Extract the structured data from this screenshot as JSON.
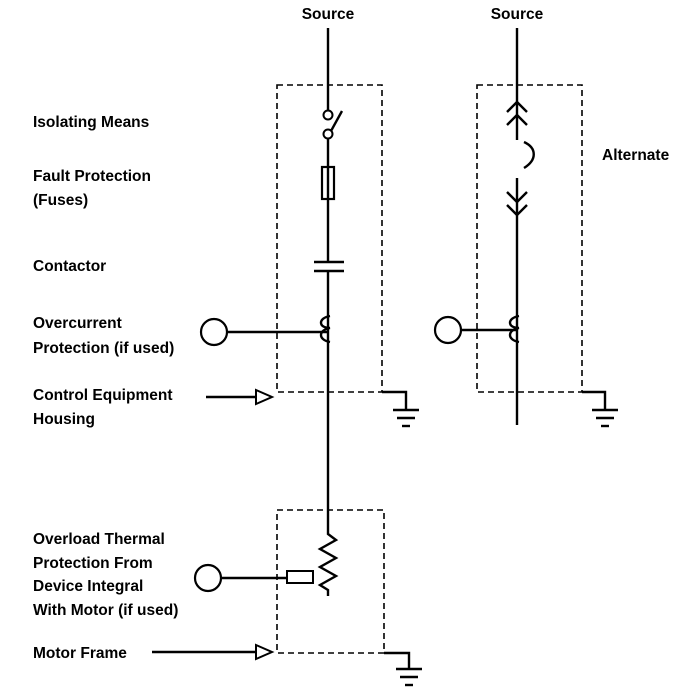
{
  "labels": {
    "source_left": "Source",
    "source_right": "Source",
    "isolating_means": "Isolating Means",
    "fault_protection_1": "Fault Protection",
    "fault_protection_2": "(Fuses)",
    "contactor": "Contactor",
    "overcurrent_1": "Overcurrent",
    "overcurrent_2": "Protection (if used)",
    "control_housing_1": "Control Equipment",
    "control_housing_2": "Housing",
    "alternate": "Alternate",
    "overload_1": "Overload Thermal",
    "overload_2": "Protection From",
    "overload_3": "Device Integral",
    "overload_4": "With Motor (if used)",
    "motor_frame": "Motor Frame"
  }
}
